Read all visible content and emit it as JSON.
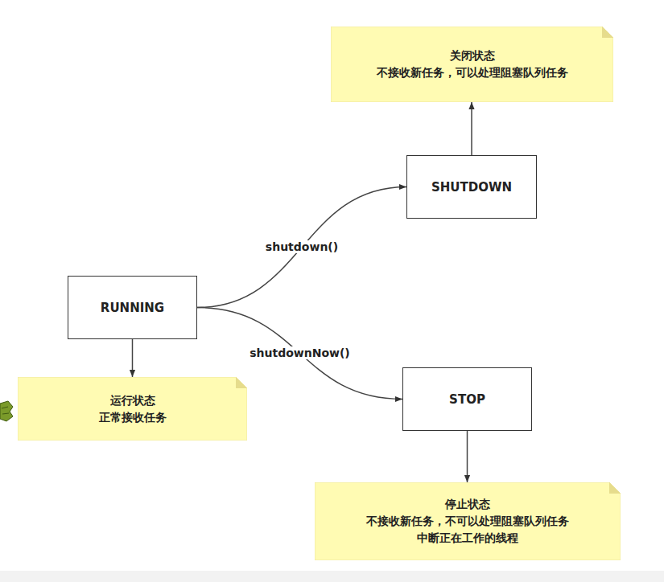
{
  "diagram": {
    "nodes": [
      {
        "text": [
          "关闭状态",
          "不接收新任务，可以处理阻塞队列任务"
        ]
      },
      {
        "text": [
          "SHUTDOWN"
        ]
      },
      {
        "text": [
          "RUNNING"
        ]
      },
      {
        "text": [
          "运行状态",
          "正常接收任务"
        ]
      },
      {
        "text": [
          "STOP"
        ]
      },
      {
        "text": [
          "停止状态",
          "不接收新任务，不可以处理阻塞队列任务 中断正在工作的线程"
        ]
      }
    ],
    "edges": [
      {
        "from": 1,
        "to": 0,
        "arrow": "to"
      },
      {
        "from": 2,
        "to": 1,
        "label": "shutdown()",
        "arrow": "to"
      },
      {
        "from": 2,
        "to": 3,
        "arrow": "to"
      },
      {
        "from": 2,
        "to": 4,
        "label": "shutdownNow()",
        "arrow": "to"
      },
      {
        "from": 4,
        "to": 5,
        "arrow": "to"
      }
    ]
  }
}
